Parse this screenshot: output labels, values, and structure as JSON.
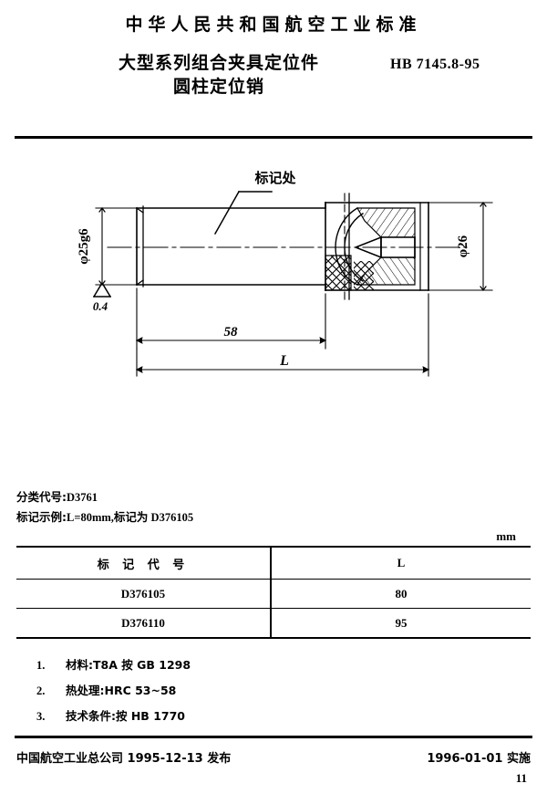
{
  "header": {
    "national_title": "中华人民共和国航空工业标准",
    "standard_title_line1": "大型系列组合夹具定位件",
    "standard_title_line2": "圆柱定位销",
    "standard_code": "HB 7145.8-95"
  },
  "drawing": {
    "label_marking": "标记处",
    "dim_diameter_left": "φ25g6",
    "dim_diameter_right": "φ26",
    "dim_length_partial": "58",
    "dim_length_total": "L",
    "surface_roughness": "0.4"
  },
  "codes": {
    "classification_label": "分类代号:",
    "classification_value": "D3761",
    "marking_example_label": "标记示例:",
    "marking_example_value": "L=80mm,标记为 D376105"
  },
  "table": {
    "unit": "mm",
    "headers": [
      "标 记 代 号",
      "L"
    ],
    "rows": [
      [
        "D376105",
        "80"
      ],
      [
        "D376110",
        "95"
      ]
    ]
  },
  "notes": [
    {
      "num": "1.",
      "text": "材料:T8A 按 GB 1298"
    },
    {
      "num": "2.",
      "text": "热处理:HRC 53~58"
    },
    {
      "num": "3.",
      "text": "技术条件:按 HB 1770"
    }
  ],
  "footer": {
    "issuer": "中国航空工业总公司 1995-12-13 发布",
    "effective": "1996-01-01 实施",
    "page_number": "11"
  }
}
